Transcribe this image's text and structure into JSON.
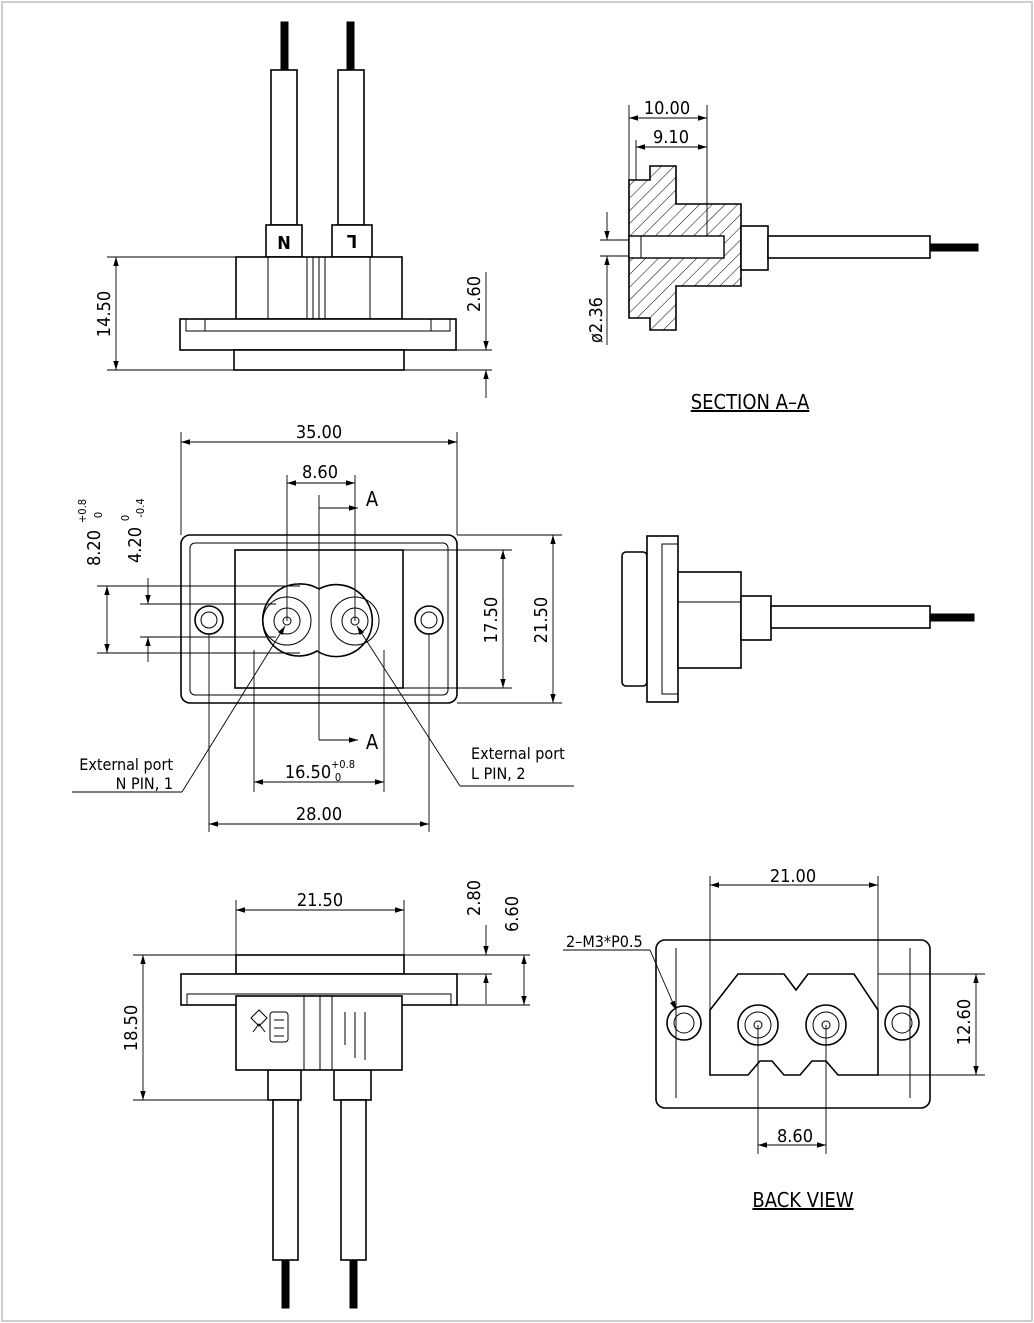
{
  "views": {
    "top": {
      "dim_height": "14.50",
      "dim_flange": "2.60",
      "wire_mark_n": "N",
      "wire_mark_l": "L"
    },
    "section": {
      "dim_depth": "10.00",
      "dim_inner": "9.10",
      "dim_pin_dia": "ø2.36",
      "title": "SECTION A–A"
    },
    "front": {
      "dim_width": "35.00",
      "dim_pitch": "8.60",
      "section_mark": "A",
      "dim_upper_base": "8.20",
      "dim_upper_tol_plus": "+0.8",
      "dim_upper_tol_minus": "0",
      "dim_lower_base": "4.20",
      "dim_lower_tol_plus": "0",
      "dim_lower_tol_minus": "-0.4",
      "dim_inner_h": "17.50",
      "dim_outer_h": "21.50",
      "dim_cutout_base": "16.50",
      "dim_cutout_tol_plus": "+0.8",
      "dim_cutout_tol_minus": "0",
      "dim_holes": "28.00",
      "callout_left_line1": "External port",
      "callout_left_line2": "N PIN, 1",
      "callout_right_line1": "External port",
      "callout_right_line2": "L PIN, 2"
    },
    "bottom": {
      "dim_width": "21.50",
      "dim_flange": "2.80",
      "dim_total": "6.60",
      "dim_height": "18.50"
    },
    "back": {
      "dim_width": "21.00",
      "dim_thread": "2–M3*P0.5",
      "dim_height": "12.60",
      "dim_pitch": "8.60",
      "title": "BACK VIEW"
    }
  }
}
